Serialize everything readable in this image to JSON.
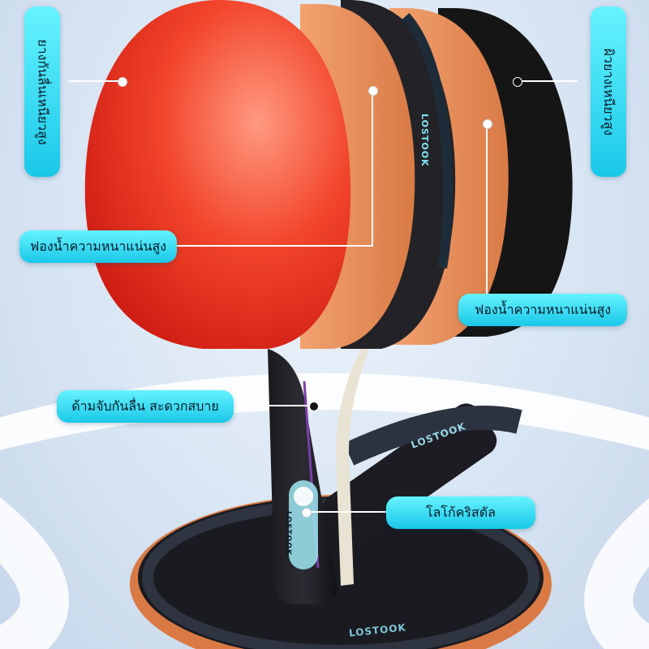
{
  "labels": {
    "left_vertical": "ยางกันลื่นเหนียวสูง",
    "right_vertical": "ผิวยางเหนียวสูง",
    "sponge_left": "ฟองน้ำความหนาแน่นสูง",
    "sponge_right": "ฟองน้ำความหนาแน่นสูง",
    "handle": "ด้ามจับกันลื่น สะดวกสบาย",
    "logo_feature": "โลโก้คริสตัล"
  },
  "brand": {
    "name": "LOSTOOK"
  },
  "colors": {
    "accent_pill": "#2fd6f0",
    "red_rubber": "#ef3a22",
    "orange_sponge": "#e9935c",
    "black_rubber": "#151515"
  }
}
